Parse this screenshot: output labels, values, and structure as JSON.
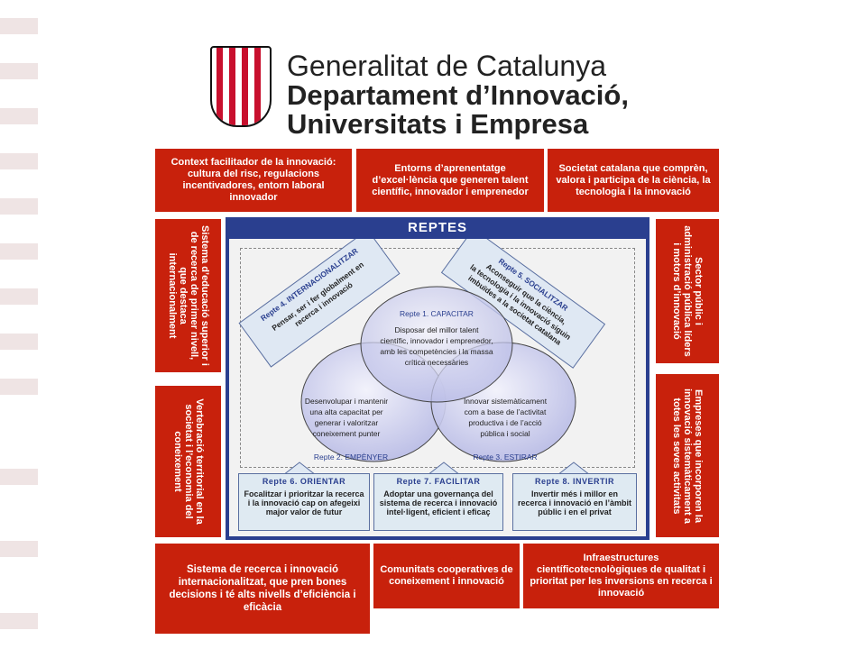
{
  "header": {
    "line1": "Generalitat de Catalunya",
    "line2": "Departament d’Innovació,",
    "line3": "Universitats i Empresa",
    "logo_icon": "senyera-shield-icon"
  },
  "colors": {
    "red": "#c8210c",
    "blue": "#2a3f8f",
    "circle": "#bcbfe8"
  },
  "top_boxes": [
    "Context facilitador de la innovació: cultura del risc, regulacions incentivadores, entorn laboral innovador",
    "Entorns d’aprenentatge d’excel·lència que generen talent científic, innovador i emprenedor",
    "Societat catalana que comprèn, valora i participa de la ciència, la tecnologia i la innovació"
  ],
  "left_boxes": [
    "Sistema d’educació superior i de recerca de primer nivell, que destaca internacionalment",
    "Vertebració territorial en la societat i l’economia del coneixement"
  ],
  "right_boxes": [
    "Sector públic i administració pública líders i motors d’innovació",
    "Empreses que incorporen la innovació sistemàticament a totes les seves activitats"
  ],
  "bottom_boxes": [
    "Sistema de recerca i innovació internacionalitzat, que pren bones decisions i té alts nivells d’eficiència i eficàcia",
    "Comunitats cooperatives de coneixement i innovació",
    "Infraestructures científicotecnològiques de qualitat i prioritat per les inversions en recerca i innovació"
  ],
  "panel": {
    "title": "REPTES",
    "repte1": {
      "title": "Repte 1. CAPACITAR",
      "text": [
        "Disposar del millor talent",
        "científic, innovador i emprenedor,",
        "amb les competències i la massa",
        "crítica necessàries"
      ]
    },
    "repte2": {
      "title": "Repte 2. EMPÈNYER",
      "text": [
        "Desenvolupar i mantenir",
        "una alta capacitat per",
        "generar i valoritzar",
        "coneixement punter"
      ]
    },
    "repte3": {
      "title": "Repte 3. ESTIRAR",
      "text": [
        "Innovar sistemàticament",
        "com a base de l’activitat",
        "productiva i de l’acció",
        "pública i social"
      ]
    },
    "repte4": {
      "title": "Repte 4. INTERNACIONALITZAR",
      "text": [
        "Pensar, ser i fer globalment en",
        "recerca i innovació"
      ]
    },
    "repte5": {
      "title": "Repte 5. SOCIALITZAR",
      "text": [
        "Aconseguir que la ciència,",
        "la tecnologia i la innovació siguin",
        "imbuïdes a la societat catalana"
      ]
    },
    "repte6": {
      "title": "Repte 6. ORIENTAR",
      "text": "Focalitzar i prioritzar la recerca i la innovació cap on afegeixi major valor de futur"
    },
    "repte7": {
      "title": "Repte 7. FACILITAR",
      "text": "Adoptar una governança del sistema de recerca i innovació intel·ligent, eficient i eficaç"
    },
    "repte8": {
      "title": "Repte 8. INVERTIR",
      "text": "Invertir més i millor en recerca i innovació en l’àmbit públic i en el privat"
    }
  }
}
